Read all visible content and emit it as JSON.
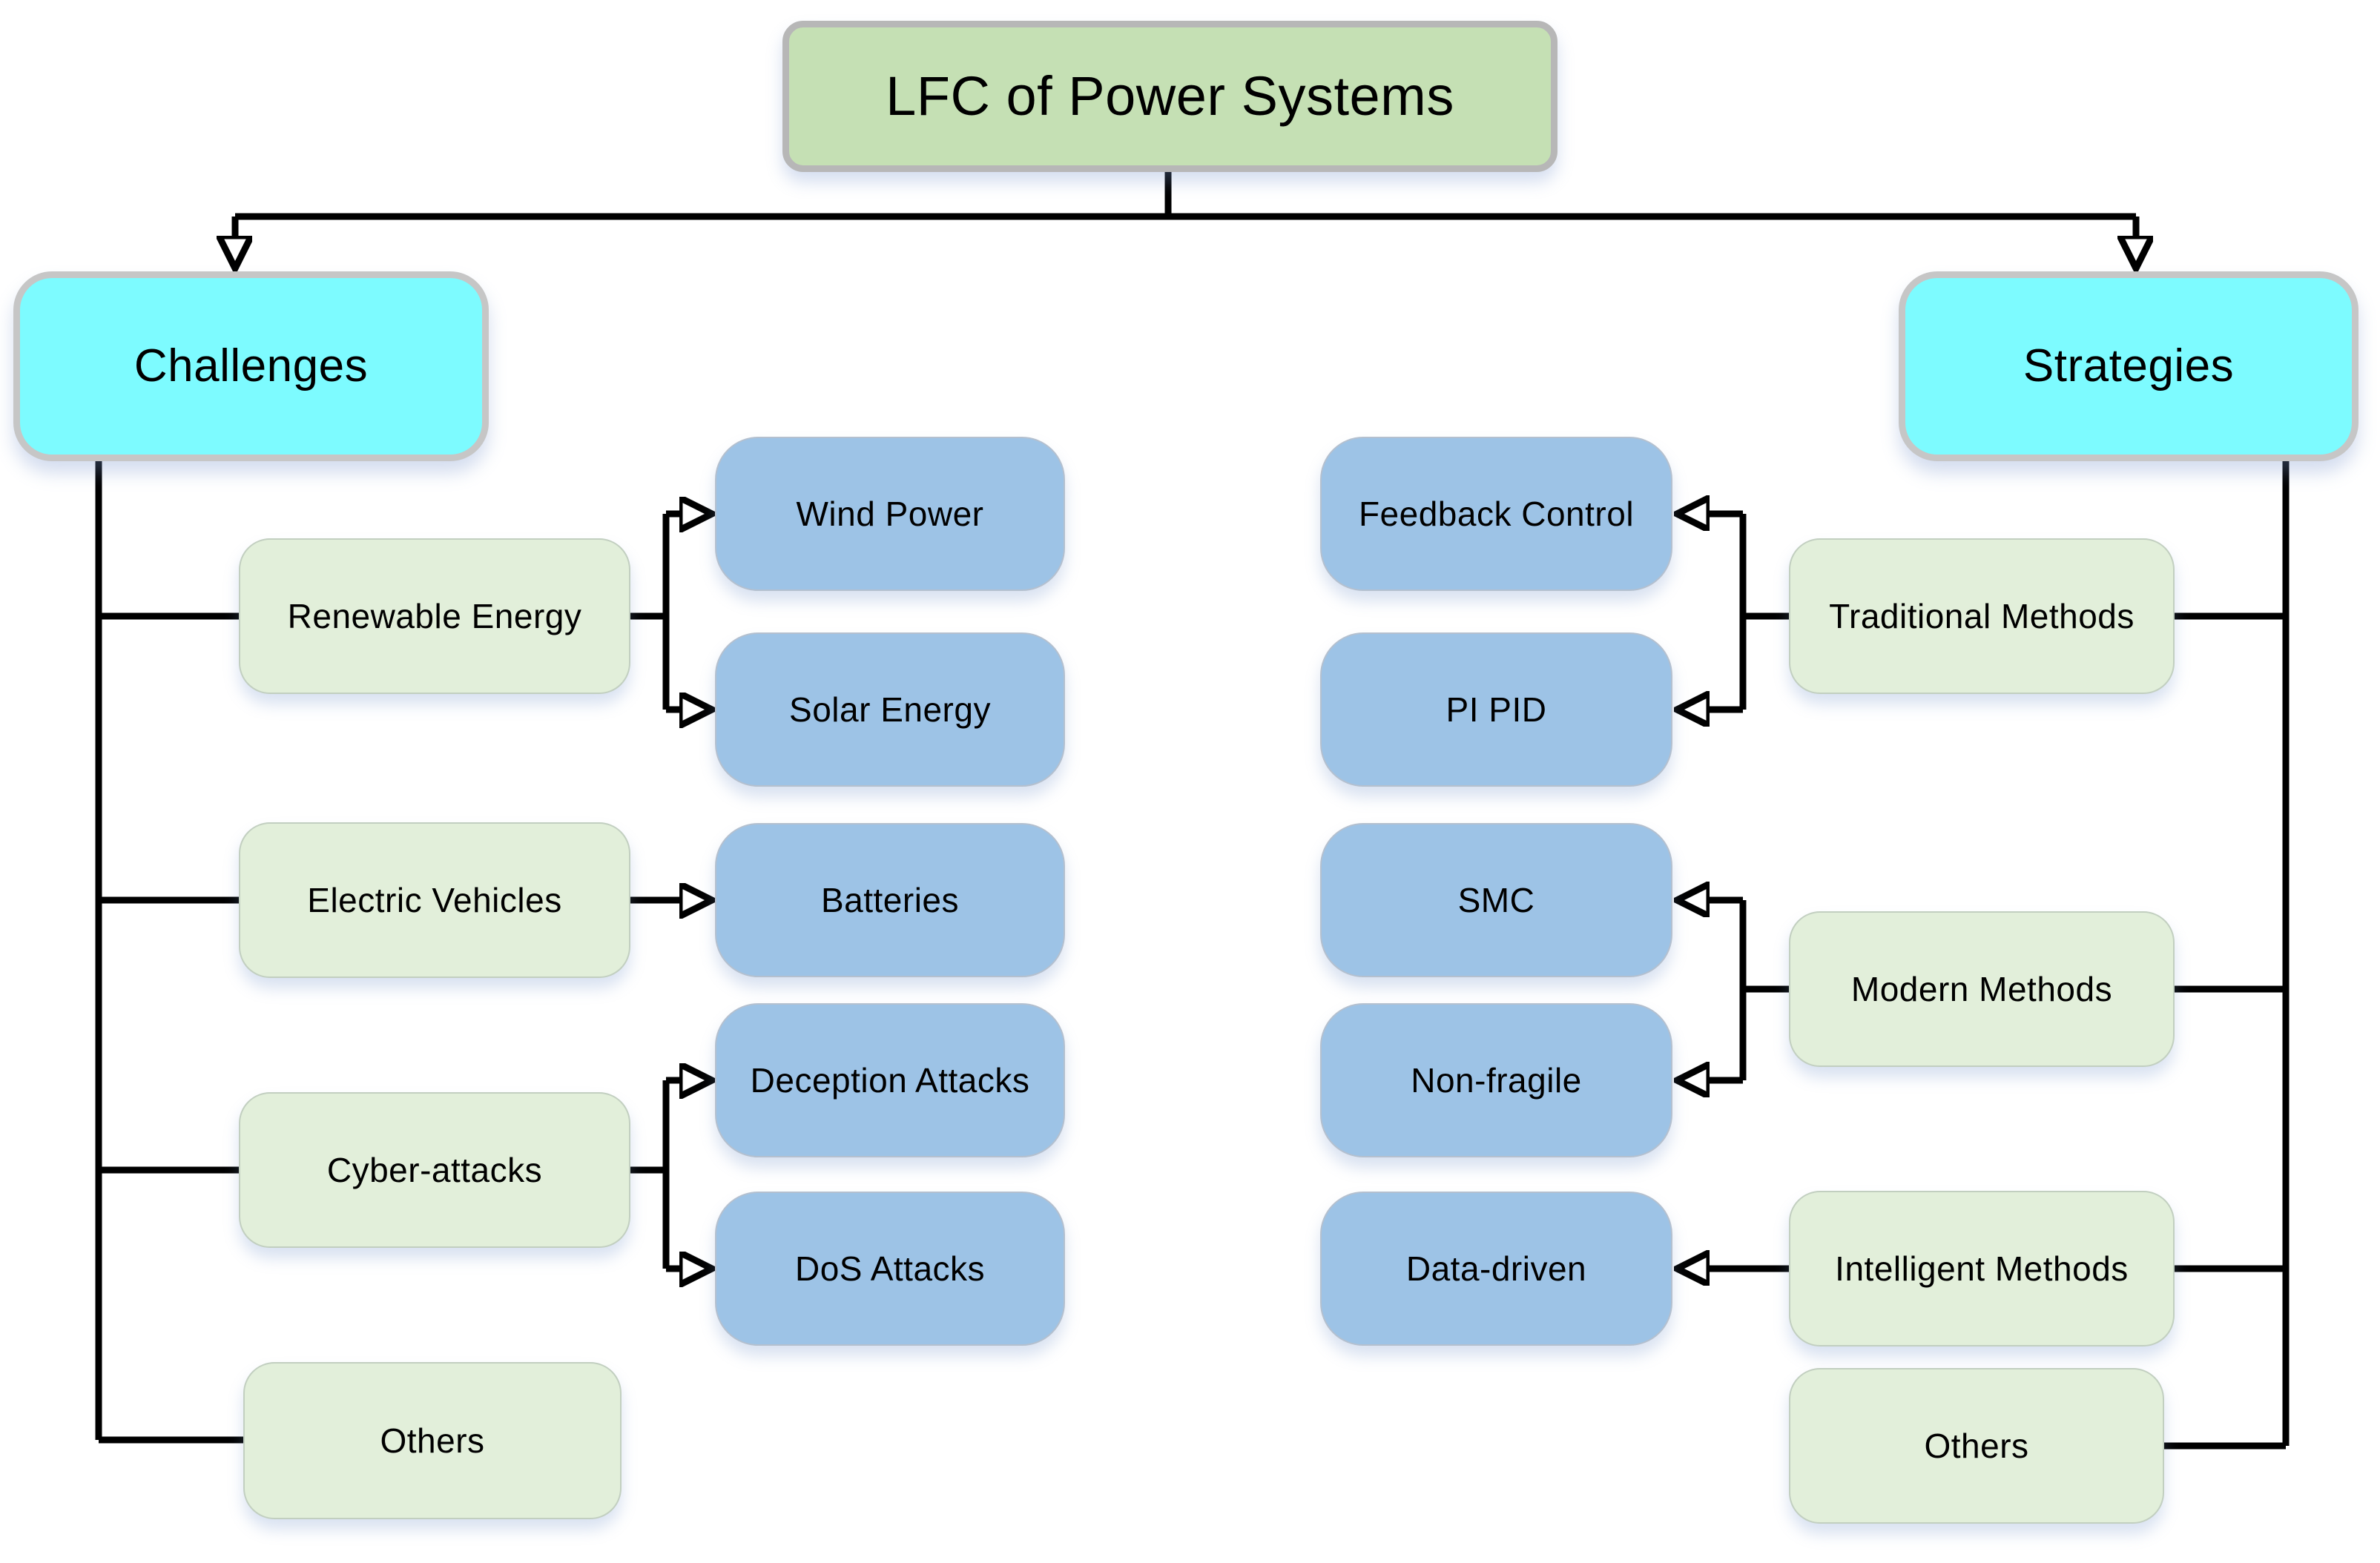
{
  "diagram": {
    "title": "LFC of Power Systems",
    "colors": {
      "root_fill": "#c5e0b4",
      "hub_fill": "#7dfbff",
      "category_fill": "#e2efda",
      "leaf_fill": "#9dc3e6",
      "connector": "#000000",
      "border_gray": "#c6c6c6"
    },
    "tree": {
      "challenges": {
        "label": "Challenges",
        "children": [
          {
            "label": "Renewable Energy",
            "children": [
              "Wind Power",
              "Solar Energy"
            ]
          },
          {
            "label": "Electric Vehicles",
            "children": [
              "Batteries"
            ]
          },
          {
            "label": "Cyber-attacks",
            "children": [
              "Deception Attacks",
              "DoS Attacks"
            ]
          },
          {
            "label": "Others",
            "children": []
          }
        ]
      },
      "strategies": {
        "label": "Strategies",
        "children": [
          {
            "label": "Traditional Methods",
            "children": [
              "Feedback Control",
              "PI PID"
            ]
          },
          {
            "label": "Modern Methods",
            "children": [
              "SMC",
              "Non-fragile"
            ]
          },
          {
            "label": "Intelligent Methods",
            "children": [
              "Data-driven"
            ]
          },
          {
            "label": "Others",
            "children": []
          }
        ]
      }
    }
  }
}
